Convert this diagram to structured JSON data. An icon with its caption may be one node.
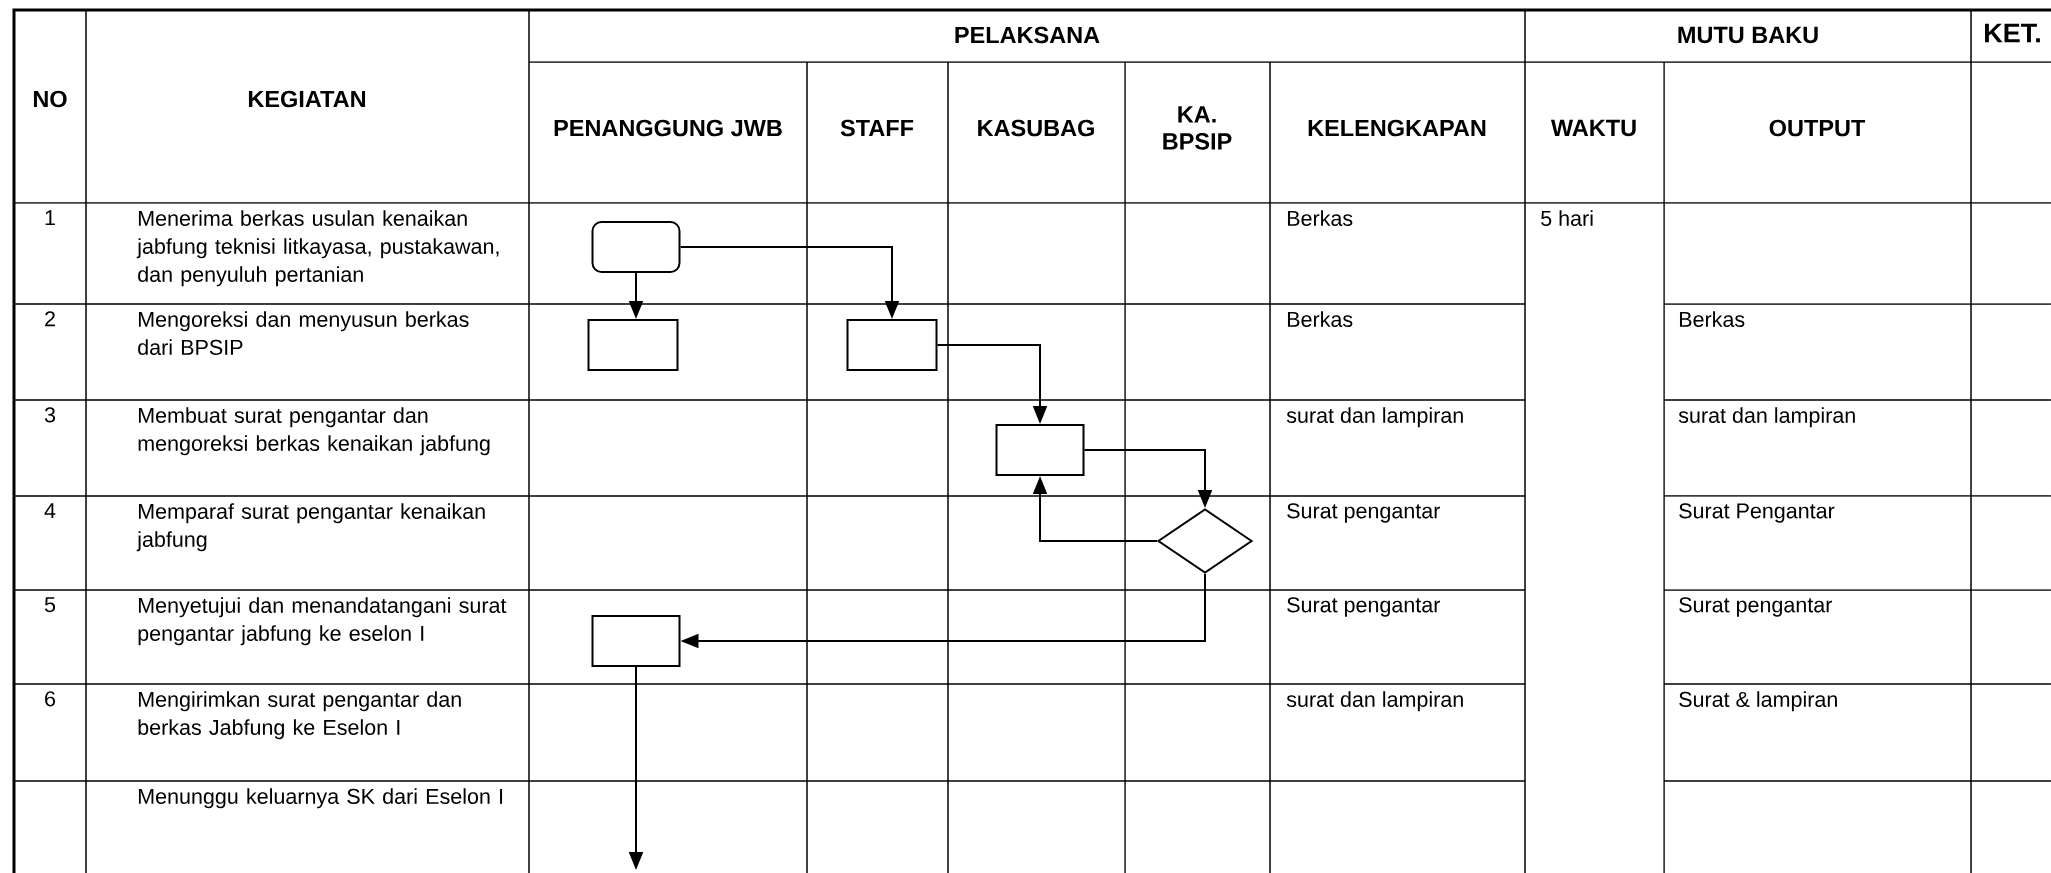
{
  "diagram": {
    "nodes": [
      {
        "text": [],
        "shape": "box"
      },
      {
        "text": [],
        "shape": "box"
      },
      {
        "text": [],
        "shape": "box"
      },
      {
        "text": [],
        "shape": "box"
      },
      {
        "text": [],
        "shape": "diamond"
      },
      {
        "text": [],
        "shape": "box"
      }
    ],
    "edges": [
      {
        "from": 0,
        "to": 1,
        "arrow": "to"
      },
      {
        "from": 0,
        "to": 2,
        "arrow": "to"
      },
      {
        "from": 2,
        "to": 3,
        "arrow": "to"
      },
      {
        "from": 3,
        "to": 4,
        "arrow": "to"
      },
      {
        "from": 4,
        "to": 3,
        "arrow": "to"
      },
      {
        "from": 4,
        "to": 5,
        "arrow": "to"
      },
      {
        "from": 5,
        "to": null,
        "arrow": "to"
      }
    ],
    "labels": [
      "NO",
      "KEGIATAN",
      "PELAKSANA",
      "MUTU BAKU",
      "KET.",
      "PENANGGUNG JWB",
      "STAFF",
      "KASUBAG",
      "KA. BPSIP",
      "KELENGKAPAN",
      "WAKTU",
      "OUTPUT",
      "1",
      "Menerima berkas usulan kenaikan jabfung teknisi litkayasa, pustakawan, dan penyuluh pertanian",
      "Berkas",
      "5 hari",
      "2",
      "Mengoreksi dan menyusun berkas dari BPSIP",
      "Berkas",
      "Berkas",
      "3",
      "Membuat surat pengantar dan mengoreksi berkas kenaikan jabfung",
      "surat dan lampiran",
      "surat dan lampiran",
      "4",
      "Memparaf surat pengantar kenaikan jabfung",
      "Surat pengantar",
      "Surat Pengantar",
      "5",
      "Menyetujui dan menandatangani surat pengantar jabfung ke eselon I",
      "Surat pengantar",
      "Surat pengantar",
      "6",
      "Mengirimkan surat pengantar dan berkas Jabfung ke Eselon I",
      "surat dan lampiran",
      "Surat & lampiran",
      "Menunggu keluarnya SK dari Eselon I"
    ]
  }
}
